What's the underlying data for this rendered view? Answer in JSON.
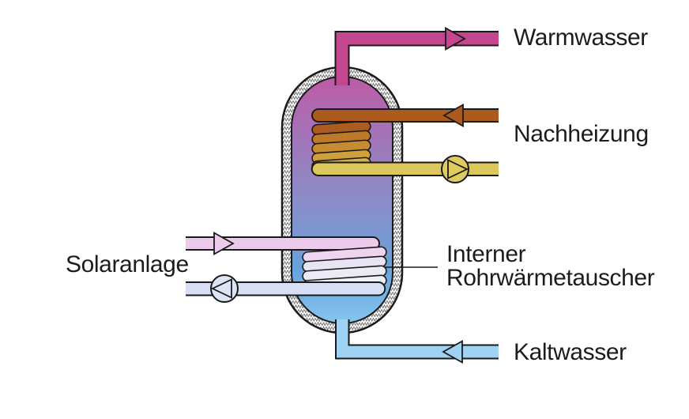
{
  "diagram": {
    "labels": {
      "warm_water": "Warmwasser",
      "reheat": "Nachheizung",
      "solar": "Solaranlage",
      "heat_exchanger_line1": "Interner",
      "heat_exchanger_line2": "Rohrwärmetauscher",
      "cold_water": "Kaltwasser"
    },
    "colors": {
      "outline": "#1a1a1a",
      "warm_water": "#c5468f",
      "reheat_supply": "#ad5a1e",
      "reheat_return": "#dbc75c",
      "reheat_pump": "#e0cb60",
      "solar_supply": "#eccaec",
      "solar_return": "#d7dff4",
      "solar_pump": "#dde4f6",
      "cold_water": "#9fd2f3",
      "tank_gradient": {
        "top": "#bd5ba6",
        "upper": "#a572b7",
        "middle": "#8b8cc8",
        "lower": "#68a2dc",
        "bottom": "#85c5ee"
      },
      "coil_upper": [
        "#ab5c1e",
        "#bd7928",
        "#c78c32",
        "#cfa03c",
        "#d4b24a"
      ],
      "coil_lower": [
        "#efd4ef",
        "#e8e4f4",
        "#ebebf6",
        "#eef0f9"
      ]
    }
  }
}
